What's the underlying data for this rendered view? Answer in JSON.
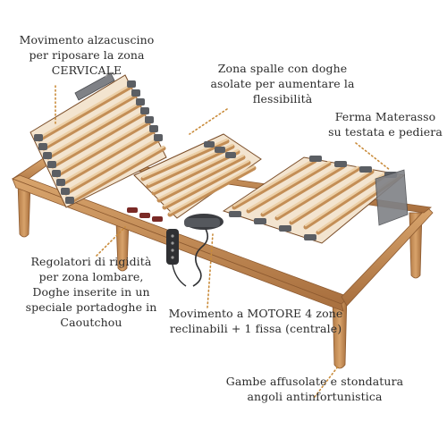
{
  "callouts": {
    "neck": "Movimento alzacuscino\nper riposare la zona\nCERVICALE",
    "shoulder": "Zona spalle con doghe\nasolate per aumentare la\nflessibilità",
    "stop": "Ferma Materasso\nsu testata e pediera",
    "lumbar": "Regolatori di rigidità\nper zona lombare,\nDoghe inserite in un\nspeciale portadoghe in\nCaoutchou",
    "motor": "Movimento a MOTORE 4 zone\nreclinabili + 1 fissa (centrale)",
    "legs": "Gambe affusolate e stondatura\nangoli antinfortunistica"
  },
  "colors": {
    "wood": "#c8905a",
    "wood_dark": "#8d5a30",
    "slat": "#e8c69a",
    "holder": "#5b5e63",
    "leader": "#c98b3a"
  }
}
